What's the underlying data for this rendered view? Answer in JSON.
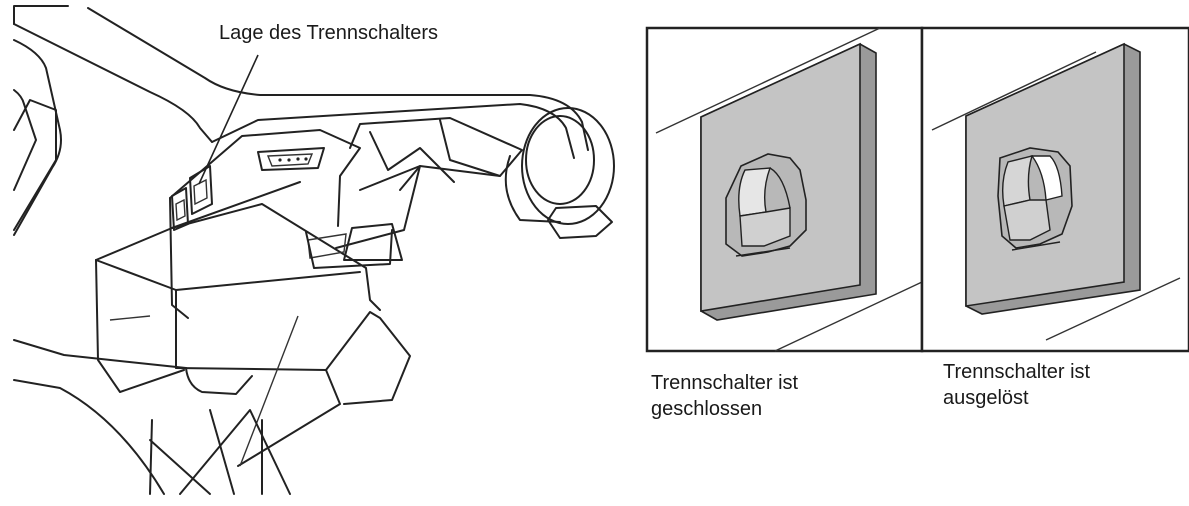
{
  "callout": {
    "label": "Lage des Trennschalters"
  },
  "panels": [
    {
      "caption_line1": "Trennschalter ist",
      "caption_line2": "geschlossen"
    },
    {
      "caption_line1": "Trennschalter ist",
      "caption_line2": "ausgelöst"
    }
  ],
  "colors": {
    "line": "#222222",
    "panel_fill": "#c4c4c4",
    "panel_side": "#9a9a9a",
    "body_fill": "#ffffff"
  }
}
